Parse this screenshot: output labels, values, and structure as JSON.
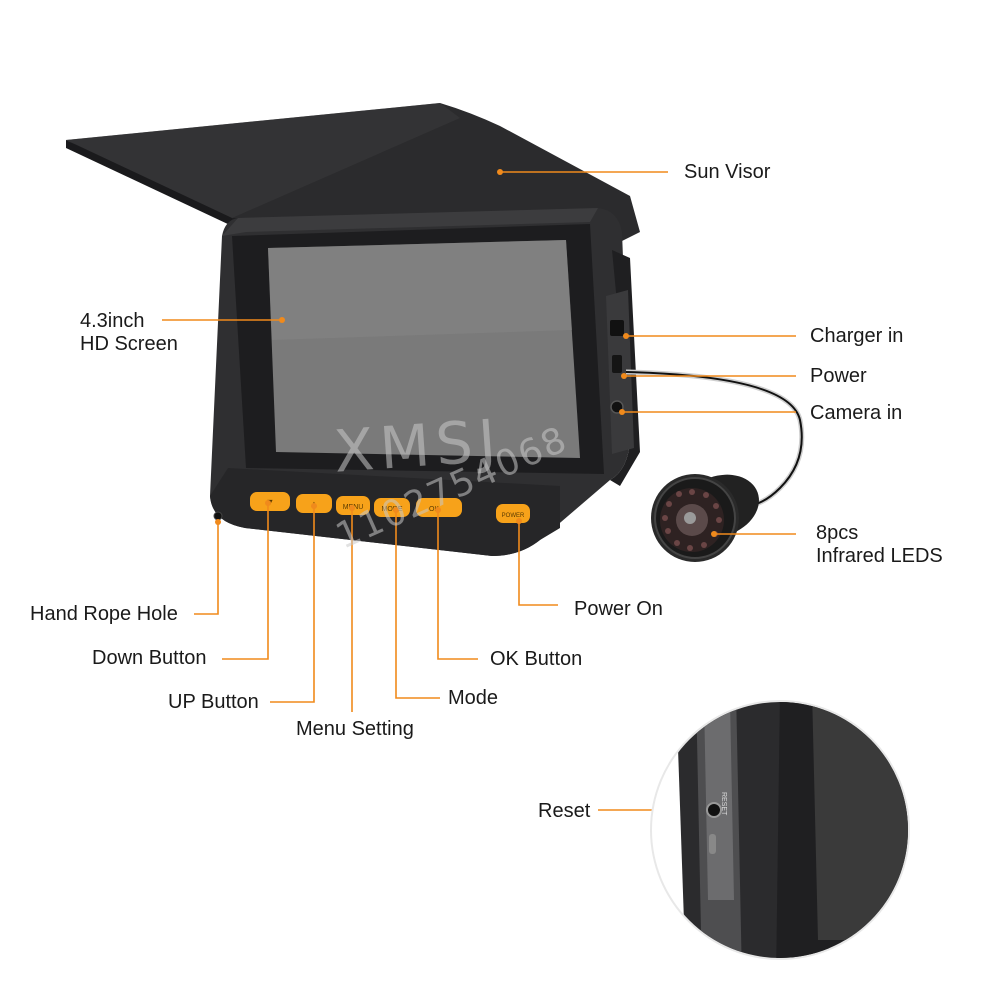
{
  "colors": {
    "leader_line": "#f08a1c",
    "button_fill": "#f7a21a",
    "device_body": "#2d2d2f",
    "screen": "#7b7b7b",
    "background": "#ffffff"
  },
  "labels": {
    "sun_visor": "Sun Visor",
    "screen_line1": "4.3inch",
    "screen_line2": "HD Screen",
    "charger_in": "Charger in",
    "power": "Power",
    "camera_in": "Camera in",
    "leds_line1": "8pcs",
    "leds_line2": "Infrared LEDS",
    "power_on": "Power On",
    "hand_rope_hole": "Hand Rope Hole",
    "down_button": "Down Button",
    "ok_button": "OK Button",
    "up_button": "UP Button",
    "mode": "Mode",
    "menu_setting": "Menu Setting",
    "reset": "Reset"
  },
  "buttons": {
    "down_glyph": "▼",
    "up_glyph": "▲",
    "menu": "MENU",
    "mode": "MODE",
    "ok": "OK",
    "power": "POWER"
  },
  "inset": {
    "reset_text": "RESET"
  },
  "watermark": {
    "brand": "XMSJ",
    "number": "1102754068"
  },
  "icons": [
    "camera-lens-icon",
    "reset-hole-icon"
  ]
}
